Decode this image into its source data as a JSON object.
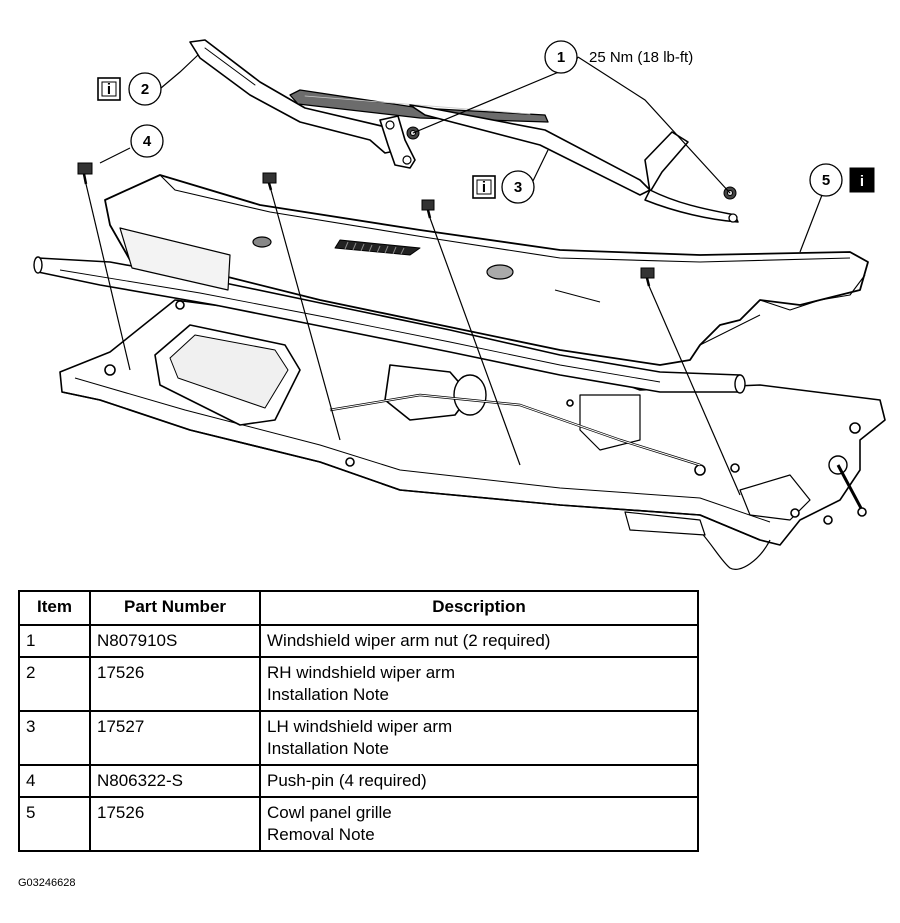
{
  "callouts": {
    "c1": {
      "num": "1",
      "text": "25 Nm (18 lb-ft)"
    },
    "c2": {
      "num": "2"
    },
    "c3": {
      "num": "3"
    },
    "c4": {
      "num": "4"
    },
    "c5": {
      "num": "5"
    },
    "info_glyph": "i"
  },
  "table": {
    "headers": {
      "item": "Item",
      "part_number": "Part Number",
      "description": "Description"
    },
    "rows": [
      {
        "item": "1",
        "part_number": "N807910S",
        "description": [
          "Windshield wiper arm nut (2 required)"
        ]
      },
      {
        "item": "2",
        "part_number": "17526",
        "description": [
          "RH windshield wiper arm",
          "Installation Note"
        ]
      },
      {
        "item": "3",
        "part_number": "17527",
        "description": [
          "LH windshield wiper arm",
          "Installation Note"
        ]
      },
      {
        "item": "4",
        "part_number": "N806322-S",
        "description": [
          "Push-pin (4 required)"
        ]
      },
      {
        "item": "5",
        "part_number": "17526",
        "description": [
          "Cowl panel grille",
          "Removal Note"
        ]
      }
    ]
  },
  "figure_id": "G03246628"
}
